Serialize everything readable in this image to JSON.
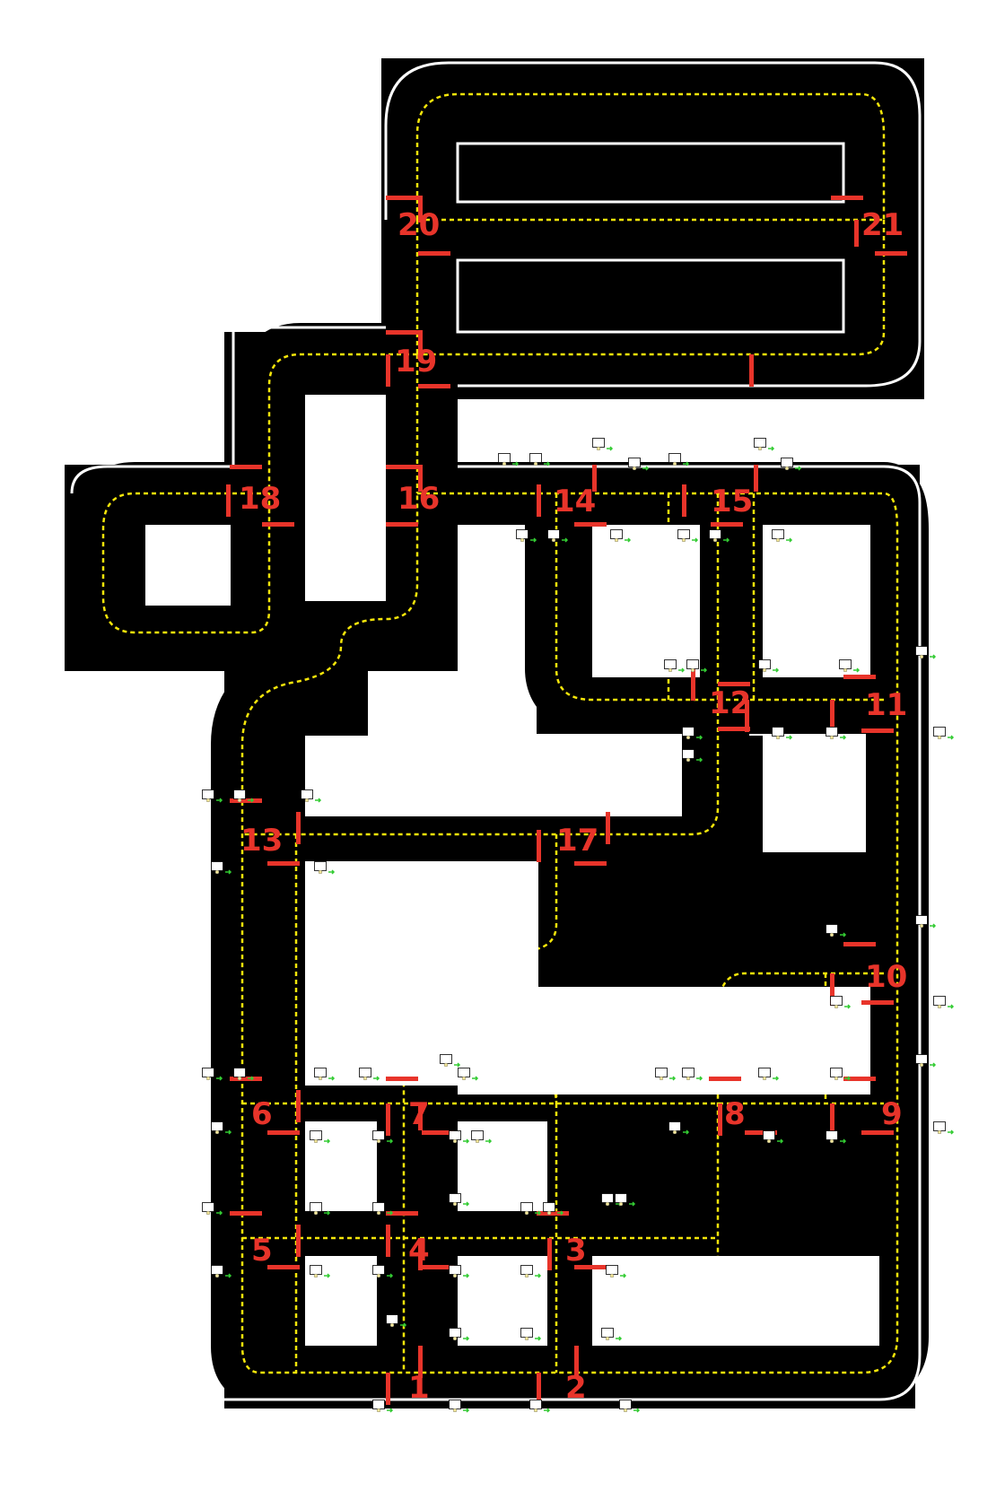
{
  "map": {
    "colors": {
      "tile": "#000000",
      "background": "#ffffff",
      "lane_center": "#f5e60a",
      "edge_line": "#ffffff",
      "stop_line": "#e8342a",
      "intersection_label": "#e8342a",
      "sign_body": "#f4e79a",
      "sign_arrow": "#33cc33"
    },
    "intersections": [
      {
        "id": "1",
        "label": "1"
      },
      {
        "id": "2",
        "label": "2"
      },
      {
        "id": "3",
        "label": "3"
      },
      {
        "id": "4",
        "label": "4"
      },
      {
        "id": "5",
        "label": "5"
      },
      {
        "id": "6",
        "label": "6"
      },
      {
        "id": "7",
        "label": "7"
      },
      {
        "id": "8",
        "label": "8"
      },
      {
        "id": "9",
        "label": "9"
      },
      {
        "id": "10",
        "label": "10"
      },
      {
        "id": "11",
        "label": "11"
      },
      {
        "id": "12",
        "label": "12"
      },
      {
        "id": "13",
        "label": "13"
      },
      {
        "id": "14",
        "label": "14"
      },
      {
        "id": "15",
        "label": "15"
      },
      {
        "id": "16",
        "label": "16"
      },
      {
        "id": "17",
        "label": "17"
      },
      {
        "id": "18",
        "label": "18"
      },
      {
        "id": "19",
        "label": "19"
      },
      {
        "id": "20",
        "label": "20"
      },
      {
        "id": "21",
        "label": "21"
      }
    ],
    "sign_icon": "traffic-sign-icon",
    "arrow_icon": "direction-arrow-icon"
  }
}
